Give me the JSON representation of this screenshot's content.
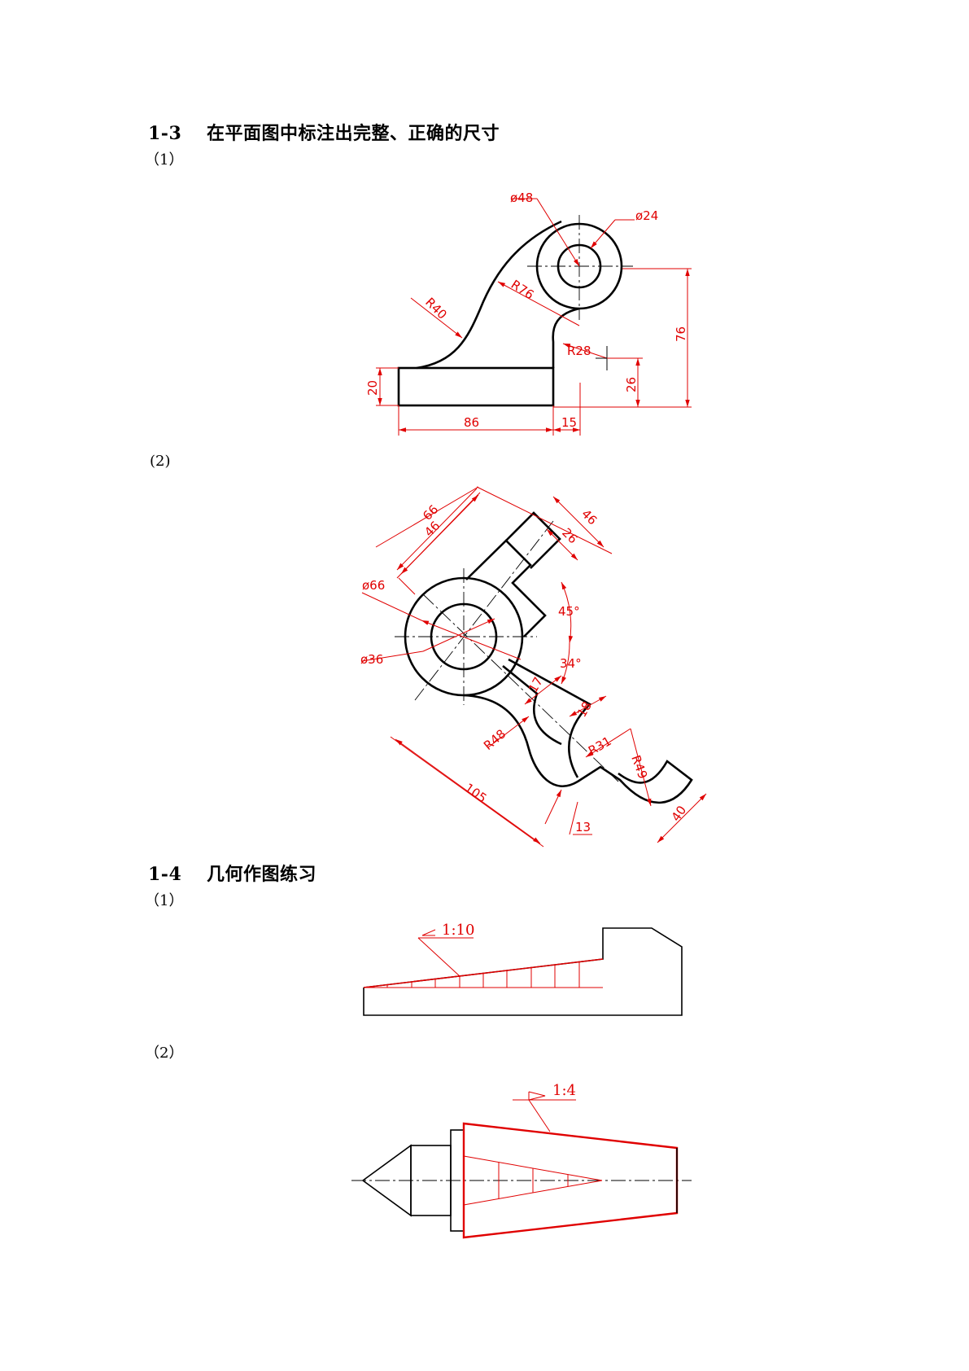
{
  "sections": [
    {
      "number": "1-3",
      "title": "在平面图中标注出完整、正确的尺寸",
      "subs": [
        "（1）",
        "(2)"
      ]
    },
    {
      "number": "1-4",
      "title": "几何作图练习",
      "subs": [
        "（1）",
        "（2）"
      ]
    }
  ],
  "fig1": {
    "dims": [
      "ø48",
      "ø24",
      "R76",
      "R40",
      "R28",
      "76",
      "26",
      "20",
      "86",
      "15"
    ]
  },
  "fig2": {
    "dims": [
      "66",
      "46",
      "46",
      "26",
      "ø66",
      "ø36",
      "45°",
      "34°",
      "17",
      "18",
      "R31",
      "R48",
      "R49",
      "105",
      "13",
      "40"
    ]
  },
  "fig3": {
    "taper_label": "1:10"
  },
  "fig4": {
    "taper_label": "1:4"
  },
  "colors": {
    "dimension": "#e00000",
    "outline": "#000000"
  }
}
